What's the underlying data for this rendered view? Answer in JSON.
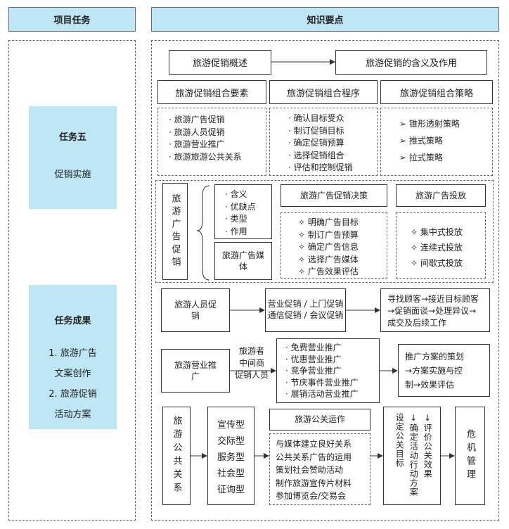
{
  "headers": {
    "left": "项目任务",
    "right": "知识要点"
  },
  "left_panel": {
    "task5": {
      "title": "任务五",
      "name": "促销实施"
    },
    "result": {
      "title": "任务成果",
      "items": [
        "1. 旅游广告",
        "文案创作",
        "2. 旅游促销",
        "活动方案"
      ]
    }
  },
  "overview": {
    "label": "旅游促销概述",
    "target": "旅游促销的含义及作用"
  },
  "combo": {
    "elements": {
      "title": "旅游促销组合要素",
      "items": [
        "· 旅游广告促销",
        "· 旅游人员促销",
        "· 旅游营业推广",
        "· 旅游旅游公共关系"
      ]
    },
    "procedure": {
      "title": "旅游促销组合程序",
      "items": [
        "· 确认目标受众",
        "· 制订促销目标",
        "· 确定促销预算",
        "· 选择促销组合",
        "· 评估和控制促销"
      ]
    },
    "strategy": {
      "title": "旅游促销组合策略",
      "items": [
        "➢ 锥形透射策略",
        "➢ 推式策略",
        "➢ 拉式策略"
      ]
    }
  },
  "advertising": {
    "label": "旅游广告促销",
    "aspects": [
      "· 含义",
      "· 优缺点",
      "· 类型",
      "· 作用"
    ],
    "media": "旅游广告媒体",
    "decision": {
      "title": "旅游广告促销决策",
      "items": [
        "✧ 明确广告目标",
        "✧ 制订广告预算",
        "✧ 确定广告信息",
        "✧ 选择广告媒体",
        "✧ 广告效果评估"
      ]
    },
    "placement": {
      "title": "旅游广告投放",
      "items": [
        "✧ 集中式投放",
        "✧ 连续式投放",
        "✧ 间歇式投放"
      ]
    }
  },
  "personal": {
    "label": "旅游人员促销",
    "types": [
      "营业促销 / 上门促销",
      "通信促销 / 会议促销"
    ],
    "process": [
      "寻找顾客→接近目标顾客",
      "→促销面谈→处理异议→",
      "成交及后续工作"
    ]
  },
  "sales_promo": {
    "label": "旅游营业推广",
    "targets": [
      "旅游者",
      "中间商",
      "促销人员"
    ],
    "types": [
      "· 免费营业推广",
      "· 优惠营业推广",
      "· 竞争营业推广",
      "· 节庆事件营业推广",
      "· 展销活动营业推广"
    ],
    "plan": [
      "推广方案的策划",
      "→方案实施与控",
      "制→效果评估"
    ]
  },
  "pr": {
    "label": "旅游公共关系",
    "types": [
      "宣传型",
      "交际型",
      "服务型",
      "社会型",
      "征询型"
    ],
    "operation": {
      "title": "旅游公关运作",
      "items": [
        "与媒体建立良好关系",
        "公共关系广告的运用",
        "策划社会赞助活动",
        "制作旅游宣传片材料",
        "参加博览会/交易会"
      ]
    },
    "steps": [
      "设定公关目标",
      "↓确定活动行动方案",
      "↓评价公关效果"
    ],
    "crisis": "危机管理"
  }
}
